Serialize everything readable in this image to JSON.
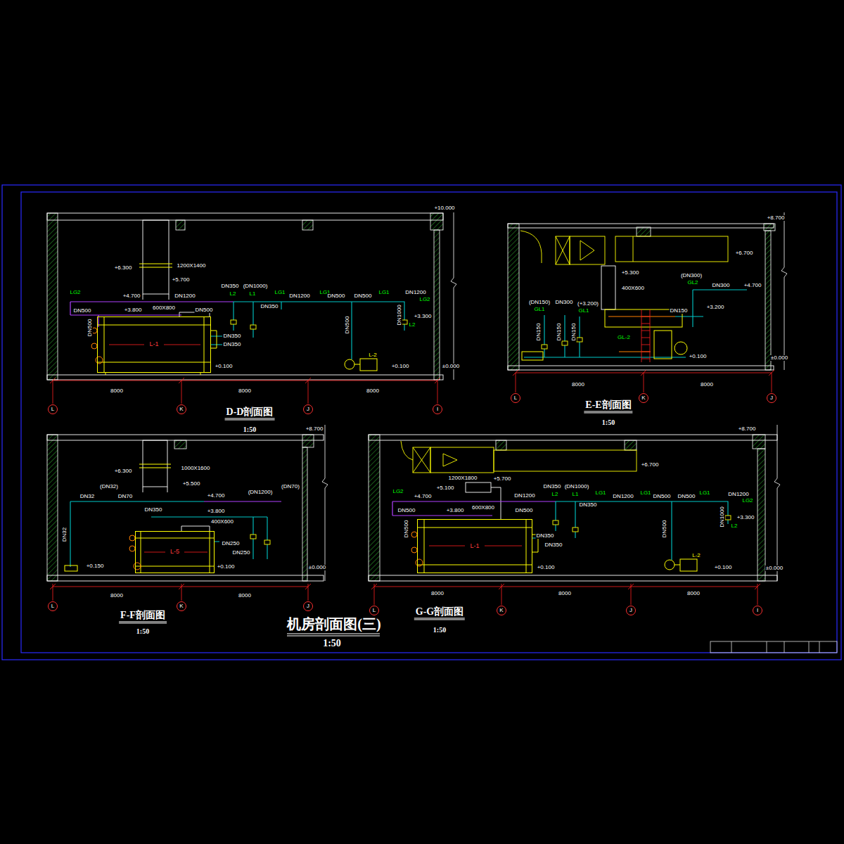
{
  "diagram": {
    "title": "机房剖面图(三)",
    "caption": "1:50",
    "nodes": [
      {
        "text": [
          "D-D剖面图",
          "1:50"
        ]
      },
      {
        "text": [
          "L-1"
        ],
        "in": 0
      },
      {
        "text": [
          "E-E剖面图",
          "1:50"
        ]
      },
      {
        "text": [
          "F-F剖面图",
          "1:50"
        ]
      },
      {
        "text": [
          "L-5"
        ],
        "in": 3
      },
      {
        "text": [
          "G-G剖面图",
          "1:50"
        ]
      },
      {
        "text": [
          "L-1"
        ],
        "in": 5
      },
      {
        "text": [
          "L"
        ]
      },
      {
        "text": [
          "K"
        ]
      },
      {
        "text": [
          "J"
        ]
      },
      {
        "text": [
          "I"
        ]
      },
      {
        "text": [
          "L"
        ]
      },
      {
        "text": [
          "K"
        ]
      },
      {
        "text": [
          "J"
        ]
      },
      {
        "text": [
          "L"
        ]
      },
      {
        "text": [
          "K"
        ]
      },
      {
        "text": [
          "J"
        ]
      },
      {
        "text": [
          "L"
        ]
      },
      {
        "text": [
          "K"
        ]
      },
      {
        "text": [
          "J"
        ]
      },
      {
        "text": [
          "I"
        ]
      }
    ],
    "labels": [
      "+10.000",
      "+6.300",
      "1200X1400",
      "+5.700",
      "LG2",
      "+4.700",
      "DN1200",
      "DN350",
      "(DN1000)",
      "L2",
      "L1",
      "LG1",
      "DN1200",
      "LG1",
      "DN500",
      "DN500",
      "LG1",
      "DN1200",
      "LG2",
      "DN500",
      "+3.800",
      "600X800",
      "DN500",
      "DN350",
      "DN500",
      "DN1000",
      "L2",
      "+3.300",
      "DN350",
      "DN350",
      "DN500",
      "L-2",
      "+0.100",
      "+0.100",
      "±0.000",
      "8000",
      "8000",
      "8000",
      "+8.700",
      "+6.700",
      "+5.300",
      "400X600",
      "(DN300)",
      "GL2",
      "DN300",
      "+4.700",
      "(DN150)",
      "DN300",
      "(+3.200)",
      "GL1",
      "GL1",
      "DN150",
      "+3.200",
      "DN150",
      "DN150",
      "DN150",
      "GL-2",
      "+0.100",
      "±0.000",
      "8000",
      "8000",
      "+8.700",
      "+6.300",
      "1000X1600",
      "+5.500",
      "(DN32)",
      "DN32",
      "DN70",
      "+4.700",
      "(DN1200)",
      "(DN70)",
      "DN350",
      "+3.800",
      "400X600",
      "DN250",
      "DN250",
      "DN32",
      "+0.150",
      "+0.100",
      "±0.000",
      "8000",
      "8000",
      "+8.700",
      "+6.700",
      "1200X1800",
      "+5.700",
      "+5.100",
      "LG2",
      "+4.700",
      "DN1200",
      "DN350",
      "(DN1000)",
      "L2",
      "L1",
      "LG1",
      "DN1200",
      "LG1",
      "DN500",
      "DN500",
      "LG1",
      "DN1200",
      "LG2",
      "DN500",
      "+3.800",
      "600X800",
      "DN500",
      "DN350",
      "DN500",
      "DN1000",
      "L2",
      "+3.300",
      "DN350",
      "DN350",
      "DN500",
      "L-2",
      "+0.100",
      "+0.100",
      "±0.000",
      "8000",
      "8000",
      "8000"
    ]
  }
}
